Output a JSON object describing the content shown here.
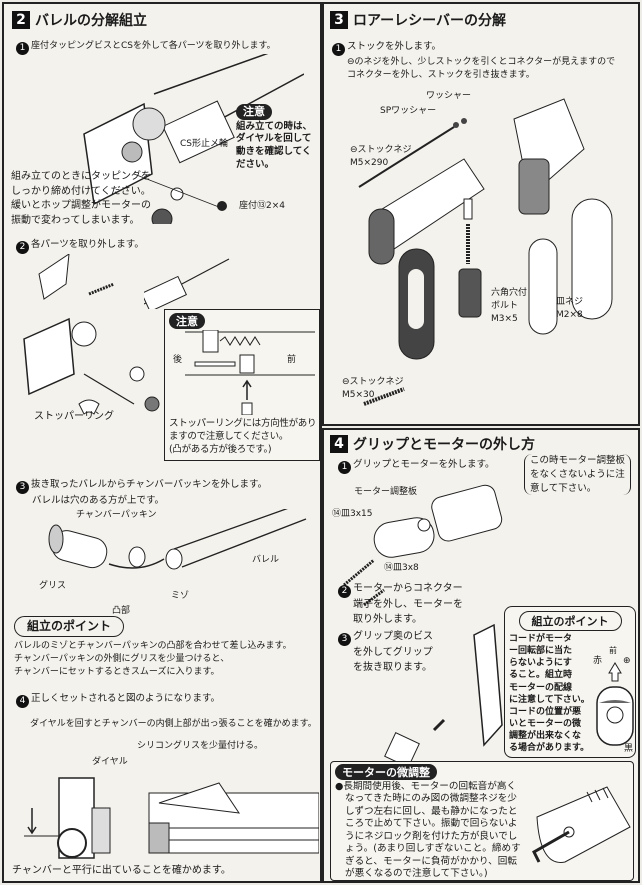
{
  "section2": {
    "number": "2",
    "title": "バレルの分解組立",
    "step1": {
      "num": "1",
      "text": "座付タッピングビスとCSを外して各パーツを取り外します。"
    },
    "caution1": {
      "badge": "注意",
      "text": [
        "組み立ての時は、",
        "ダイヤルを回して",
        "動きを確認してく",
        "ださい。"
      ]
    },
    "label_cs": "CS形止メ輪",
    "label_screw": "座付⑬2×4",
    "tapping_note": [
      "組み立てのときにタッピングを",
      "しっかり締め付けてください。",
      "緩いとホップ調整がモーターの",
      "振動で変わってしまいます。"
    ],
    "step2": {
      "num": "2",
      "text": "各パーツを取り外します。"
    },
    "label_stopper": "ストッパーリング",
    "caution2": {
      "badge": "注意",
      "rear": "後",
      "front": "前",
      "text": [
        "ストッパーリングには方向性があり",
        "ますので注意してください。",
        "(凸がある方が後ろです。)"
      ]
    },
    "step3": {
      "num": "3",
      "text": [
        "抜き取ったバレルからチャンバーパッキンを外します。",
        "バレルは穴のある方が上です。"
      ]
    },
    "label_chamber": "チャンバーパッキン",
    "label_grease": "グリス",
    "label_bump": "凸部",
    "label_groove": "ミゾ",
    "label_barrel": "バレル",
    "point": {
      "title": "組立のポイント",
      "text": [
        "バレルのミゾとチャンバーパッキンの凸部を合わせて差し込みます。",
        "チャンバーパッキンの外側にグリスを少量つけると、",
        "チャンバーにセットするときスムーズに入ります。"
      ]
    },
    "step4": {
      "num": "4",
      "text": "正しくセットされると図のようになります。"
    },
    "dial_note": "ダイヤルを回すとチャンバーの内側上部が出っ張ることを確かめます。",
    "label_dial": "ダイヤル",
    "label_silicone": "シリコングリスを少量付ける。",
    "parallel_note": "チャンバーと平行に出ていることを確かめます。"
  },
  "section3": {
    "number": "3",
    "title": "ロアーレシーバーの分解",
    "step1": {
      "num": "1",
      "text": [
        "ストックを外します。",
        "⊖のネジを外し、少しストックを引くとコネクターが見えますので",
        "コネクターを外し、ストックを引き抜きます。"
      ]
    },
    "label_washer": "ワッシャー",
    "label_spwasher": "SPワッシャー",
    "label_stockscrew": [
      "⊖ストックネジ",
      "M5×290"
    ],
    "label_hexbolt": [
      "六角穴付",
      "ボルト",
      "M3×5"
    ],
    "label_flatscrew": [
      "皿ネジ",
      "M2×8"
    ],
    "label_stockscrew2": [
      "⊖ストックネジ",
      "M5×30"
    ]
  },
  "section4": {
    "number": "4",
    "title": "グリップとモーターの外し方",
    "step1": {
      "num": "1",
      "text": "グリップとモーターを外します。"
    },
    "note": [
      "この時モーター調整板",
      "をなくさないように注",
      "意して下さい。"
    ],
    "label_plate": "モーター調整板",
    "label_screw1": "⑭皿3x15",
    "label_screw2": "⑭皿3x8",
    "step2": {
      "num": "2",
      "text": [
        "モーターからコネクター",
        "端子を外し、モーターを",
        "取り外します。"
      ]
    },
    "step3": {
      "num": "3",
      "text": [
        "グリップ奥のビス",
        "を外してグリップ",
        "を抜き取ります。"
      ]
    },
    "point": {
      "title": "組立のポイント",
      "text": [
        "コードがモータ",
        "ー回転部に当た",
        "らないようにす",
        "ること。組立時",
        "モーターの配線",
        "に注意して下さい。",
        "コードの位置が悪",
        "いとモーターの微",
        "調整が出来なくな",
        "る場合があります。"
      ],
      "red": "赤",
      "front": "前",
      "plus": "⊕",
      "black": "黒"
    },
    "fine": {
      "title": "モーターの微調整",
      "text": [
        "●長期間使用後、モーターの回転音が高く",
        "なってきた時にのみ図の微調整ネジを少",
        "しずつ左右に回し、最も静かになったと",
        "ころで止めて下さい。振動で回らないよ",
        "うにネジロック剤を付けた方が良いでし",
        "ょう。(あまり回しすぎないこと。締めす",
        "ぎると、モーターに負荷がかかり、回転",
        "が悪くなるので注意して下さい。)"
      ]
    }
  }
}
